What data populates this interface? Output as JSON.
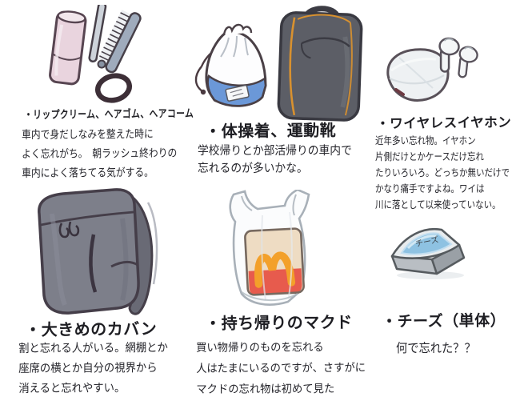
{
  "colors": {
    "ink": "#26262c",
    "lip_pink": "#e9d4de",
    "comb_gray": "#9fabbc",
    "gym_bag_blue": "#6b98d8",
    "shoe_bag_gray": "#5c5e66",
    "zipper_orange": "#d8912f",
    "backpack_gray": "#7d7f8a",
    "mcd_arches_yellow": "#f3a02a",
    "mcd_box_red": "#e75b4d",
    "mcd_box_tan": "#eedcc3",
    "cheese_label_blue": "#8ec2e2"
  },
  "panels": [
    {
      "id": "grooming-items",
      "illustrations": [
        "lip-balm-icon",
        "folding-comb-icon",
        "hair-tie-icon"
      ],
      "title": "・リップクリーム、ヘアゴム、ヘアコーム",
      "lines": [
        "車内で身だしなみを整えた時に",
        "よく忘れがち。　朝ラッシュ終わりの",
        "車内によく落ちてる気がする。"
      ]
    },
    {
      "id": "gym-clothes-and-shoes",
      "illustrations": [
        "drawstring-gym-bag-icon",
        "shoe-bag-icon"
      ],
      "title": "・体操着、運動靴",
      "lines": [
        "学校帰りとか部活帰りの車内で",
        "忘れるのが多いかな。"
      ]
    },
    {
      "id": "wireless-earphones",
      "illustrations": [
        "earphone-case-icon",
        "earbud-icon"
      ],
      "title": "・ワイヤレスイヤホン",
      "lines": [
        "近年多い忘れ物。イヤホン",
        "片側だけとかケースだけ忘れ",
        "たりいろいろ。どっちか無いだけで",
        "かなり痛手ですよね。ワイは",
        "川に落として以来使っていない。"
      ]
    },
    {
      "id": "large-bag",
      "illustrations": [
        "backpack-icon"
      ],
      "title": "・大きめのカバン",
      "lines": [
        "割と忘れる人がいる。網棚とか",
        "座席の横とか自分の視界から",
        "消えると忘れやすい。"
      ]
    },
    {
      "id": "mcdonalds-takeout",
      "illustrations": [
        "plastic-bag-icon",
        "mcdonalds-box-icon"
      ],
      "title": "・持ち帰りのマクド",
      "lines": [
        "買い物帰りのものを忘れる",
        "人はたまにいるのですが、さすがに",
        "マクドの忘れ物は初めて見た"
      ]
    },
    {
      "id": "cheese-single",
      "illustrations": [
        "cheese-wedge-icon"
      ],
      "title": "・チーズ（単体）",
      "lines": [
        "何で忘れた？？"
      ],
      "item_label": "チーズ"
    }
  ]
}
